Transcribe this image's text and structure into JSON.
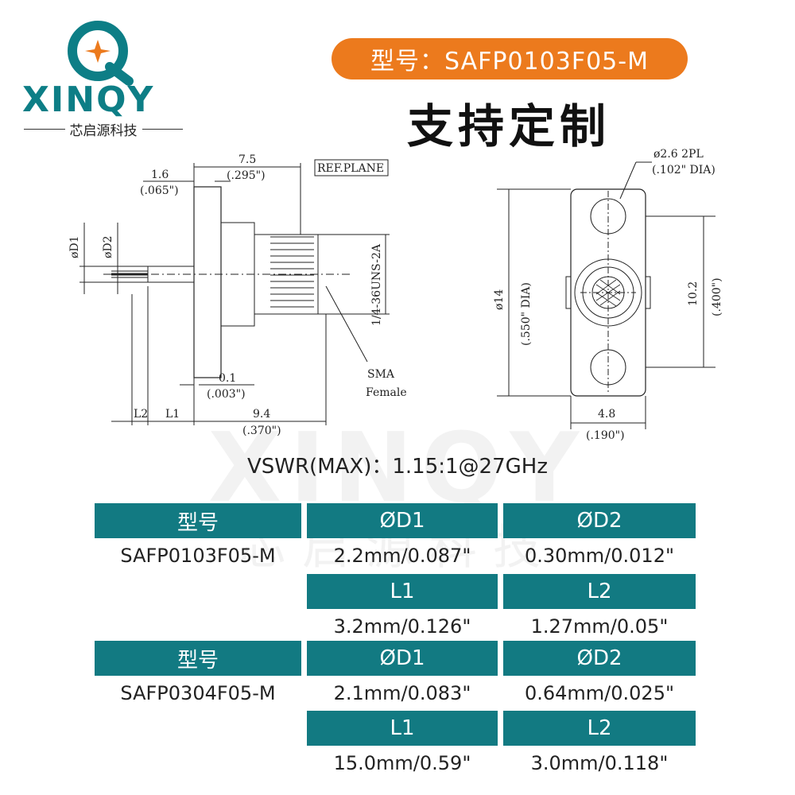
{
  "brand": {
    "name": "XINQY",
    "subtitle": "芯启源科技"
  },
  "header": {
    "model_label": "型号：SAFP0103F05-M",
    "custom_label": "支持定制"
  },
  "drawing_left": {
    "dim_7_5": "7.5",
    "dim_7_5_in": "(.295\")",
    "dim_1_6": "1.6",
    "dim_1_6_in": "(.065\")",
    "ref_plane": "REF.PLANE",
    "d1": "øD1",
    "d2": "øD2",
    "thread": "1/4-36UNS-2A",
    "sma": "SMA",
    "female": "Female",
    "dim_0_1": "0.1",
    "dim_0_1_in": "(.003\")",
    "l2": "L2",
    "l1": "L1",
    "dim_9_4": "9.4",
    "dim_9_4_in": "(.370\")"
  },
  "drawing_right": {
    "hole": "ø2.6  2PL",
    "hole_in": "(.102\"  DIA)",
    "dia14": "ø14",
    "dia14_in": "(.550\"  DIA)",
    "dim_10_2": "10.2",
    "dim_10_2_in": "(.400\")",
    "dim_4_8": "4.8",
    "dim_4_8_in": "(.190\")"
  },
  "vswr": "VSWR(MAX)：1.15:1@27GHz",
  "watermark": {
    "big": "XINQY",
    "small": "芯启源科技"
  },
  "tables": [
    {
      "headers": [
        "型号",
        "ØD1",
        "ØD2"
      ],
      "model": "SAFP0103F05-M",
      "d1": "2.2mm/0.087\"",
      "d2": "0.30mm/0.012\"",
      "l_headers": [
        "L1",
        "L2"
      ],
      "l1": "3.2mm/0.126\"",
      "l2": "1.27mm/0.05\""
    },
    {
      "headers": [
        "型号",
        "ØD1",
        "ØD2"
      ],
      "model": "SAFP0304F05-M",
      "d1": "2.1mm/0.083\"",
      "d2": "0.64mm/0.025\"",
      "l_headers": [
        "L1",
        "L2"
      ],
      "l1": "15.0mm/0.59\"",
      "l2": "3.0mm/0.118\""
    }
  ],
  "colors": {
    "accent": "#ec7a1d",
    "teal": "#127a82",
    "logo": "#0d7e86"
  }
}
